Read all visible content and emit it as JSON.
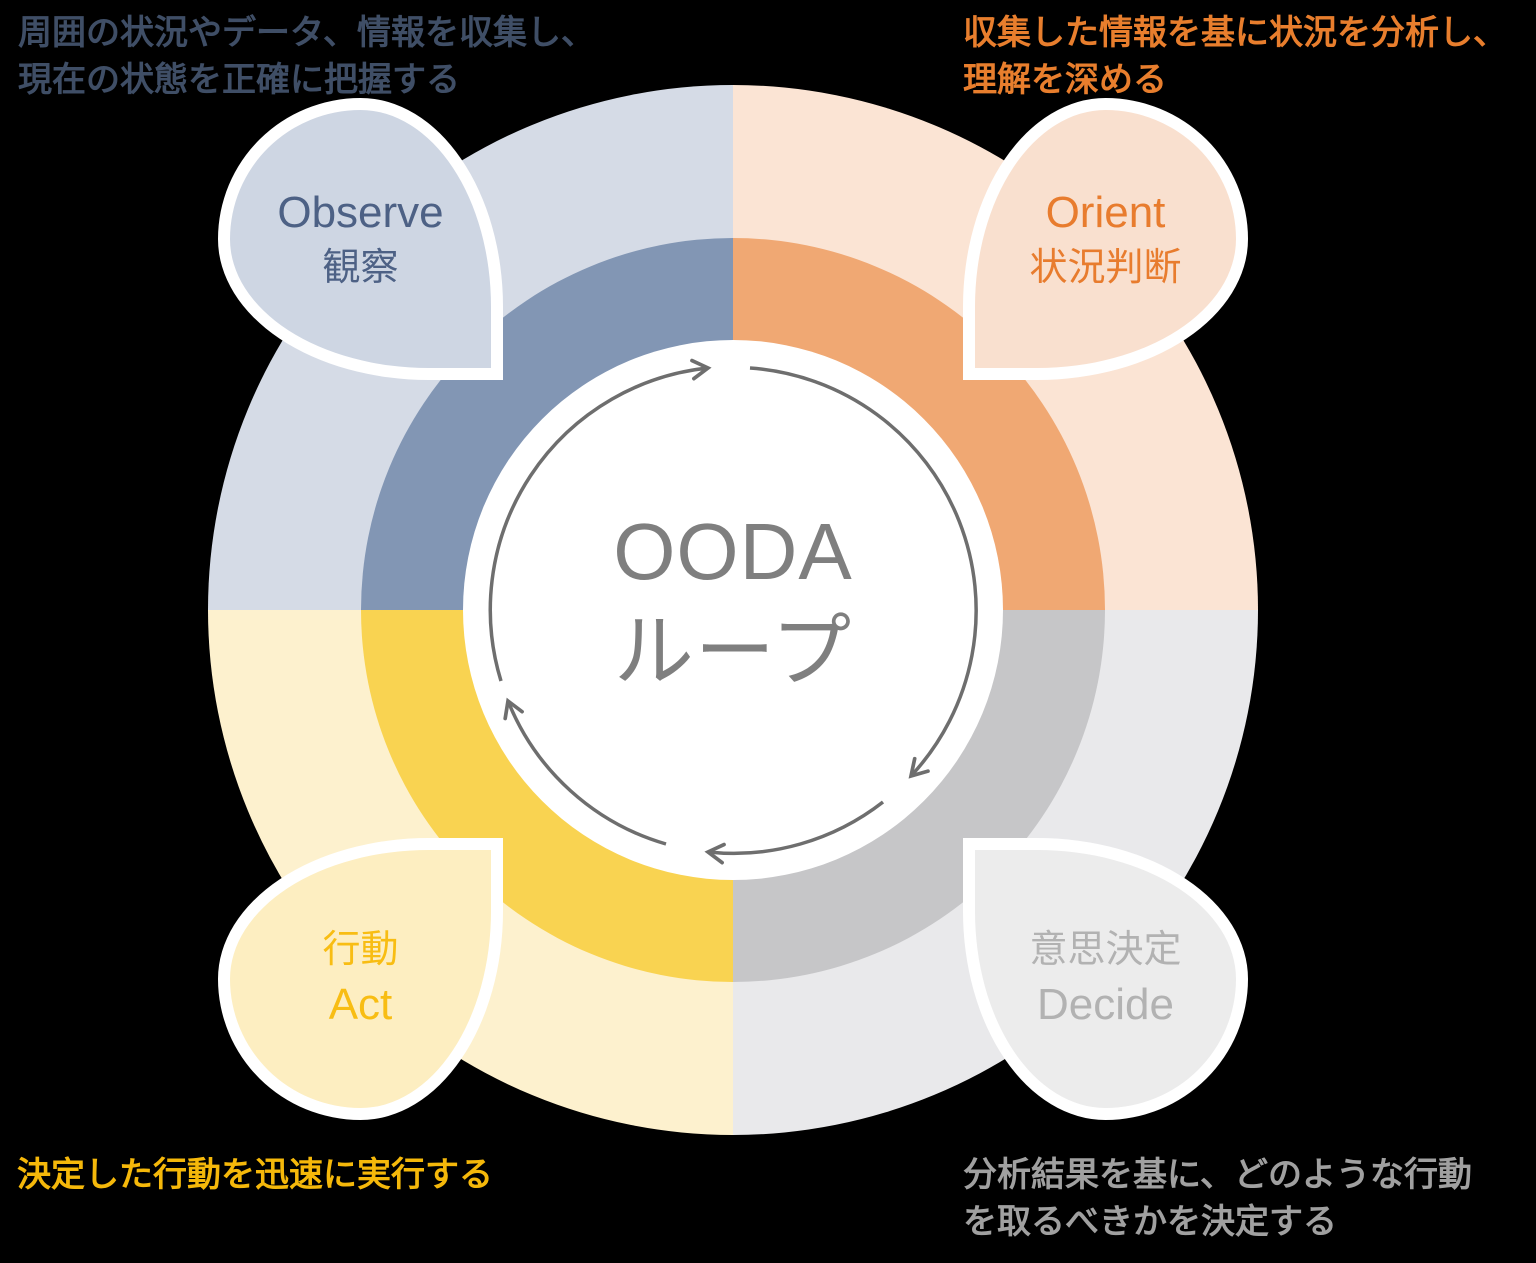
{
  "palette": {
    "background": "#000000",
    "arrow": "#6e6e6e",
    "center_text": "#7f7f7f",
    "observe": {
      "quadrant": "#d5dbe6",
      "ring": "#8296b4",
      "bubble_fill": "#ced6e3",
      "accent": "#4d6185",
      "annotation": "#3f4e66"
    },
    "orient": {
      "quadrant": "#fbe4d4",
      "ring": "#f0a873",
      "bubble_fill": "#f9e0cf",
      "accent": "#e87c2e",
      "annotation": "#e87e2d"
    },
    "act": {
      "quadrant": "#fdf1ce",
      "ring": "#f9d351",
      "bubble_fill": "#fdeec1",
      "accent": "#f8bd13",
      "annotation": "#f5b80a"
    },
    "decide": {
      "quadrant": "#e9e9eb",
      "ring": "#c6c6c8",
      "bubble_fill": "#ececec",
      "accent": "#b2b2b2",
      "annotation": "#a0a0a0"
    }
  },
  "center": {
    "line1": "OODA",
    "line2": "ループ"
  },
  "bubbles": {
    "observe": {
      "en": "Observe",
      "jp": "観察"
    },
    "orient": {
      "en": "Orient",
      "jp": "状況判断"
    },
    "act": {
      "jp": "行動",
      "en": "Act"
    },
    "decide": {
      "jp": "意思決定",
      "en": "Decide"
    }
  },
  "annotations": {
    "observe": {
      "line1": "周囲の状況やデータ、情報を収集し、",
      "line2": "現在の状態を正確に把握する"
    },
    "orient": {
      "line1": "収集した情報を基に状況を分析し、",
      "line2": "理解を深める"
    },
    "act": {
      "line1": "決定した行動を迅速に実行する"
    },
    "decide": {
      "line1": "分析結果を基に、どのような行動",
      "line2": "を取るべきかを決定する"
    }
  }
}
